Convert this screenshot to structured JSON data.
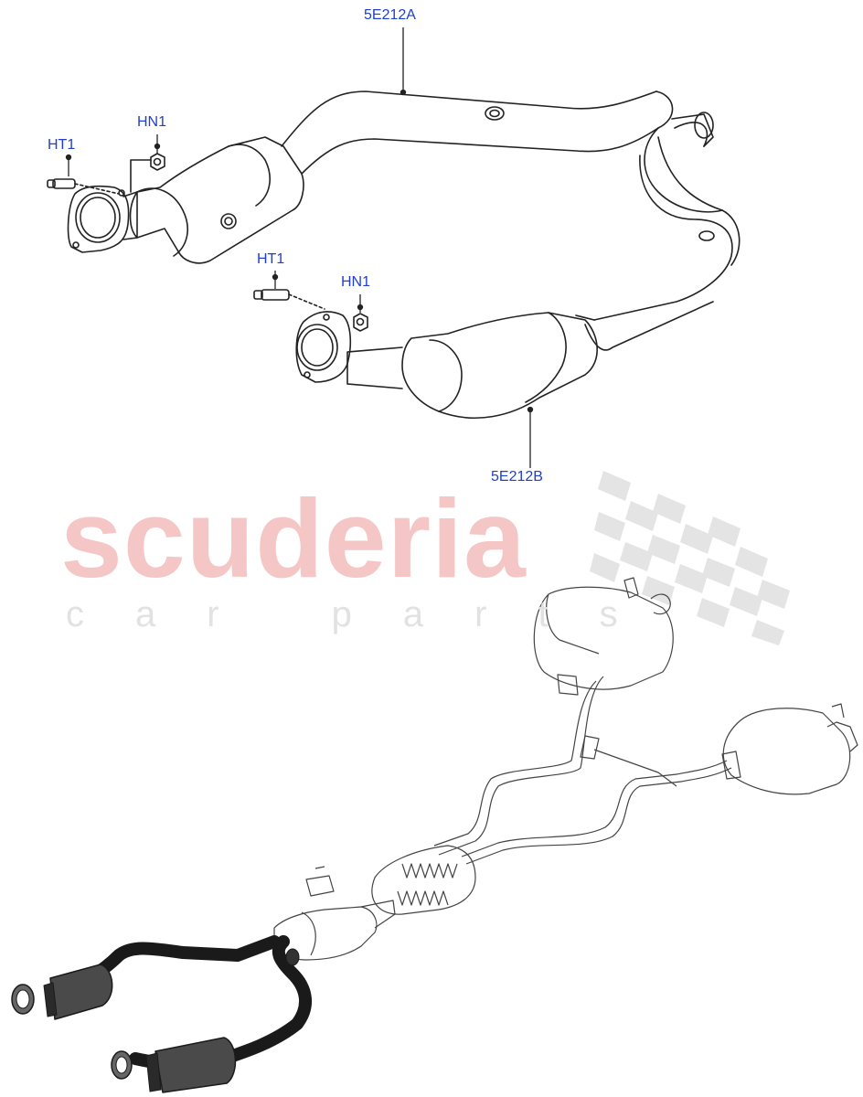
{
  "callouts": {
    "pipe_a": "5E212A",
    "pipe_b": "5E212B",
    "ht1_left": "HT1",
    "hn1_left": "HN1",
    "ht1_right": "HT1",
    "hn1_right": "HN1"
  },
  "watermark": {
    "brand": "scuderia",
    "tagline": "car parts"
  },
  "colors": {
    "callout": "#1f3fd0",
    "watermark_brand": "#f5c6c6",
    "watermark_tagline": "#e2e2e2",
    "line": "#222222",
    "highlight": "#1a1a1a"
  }
}
